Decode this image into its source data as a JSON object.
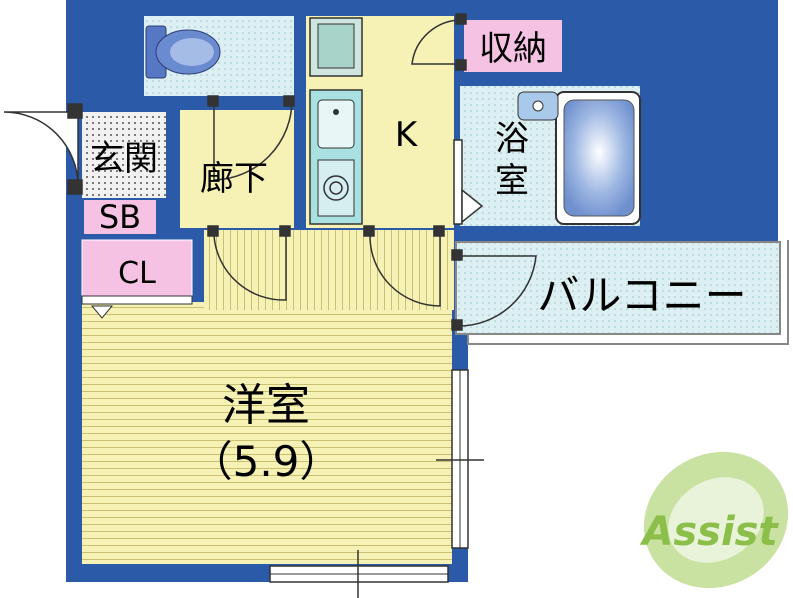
{
  "floorplan": {
    "rooms": {
      "genkan": "玄関",
      "shoebox": "SB",
      "closet": "CL",
      "corridor": "廊下",
      "kitchen": "K",
      "storage": "収納",
      "bath_1": "浴",
      "bath_2": "室",
      "balcony": "バルコニー",
      "western_room": "洋室",
      "western_room_size": "（5.9）"
    },
    "logo": "Assist",
    "colors": {
      "wall": "#2B5BA8",
      "floor_wood": "#F6F1B4",
      "floor_stripe": "#D8D084",
      "tile": "#D3E8EC",
      "label_pink": "#F5C2E4",
      "logo_green": "#9CCB56"
    }
  }
}
